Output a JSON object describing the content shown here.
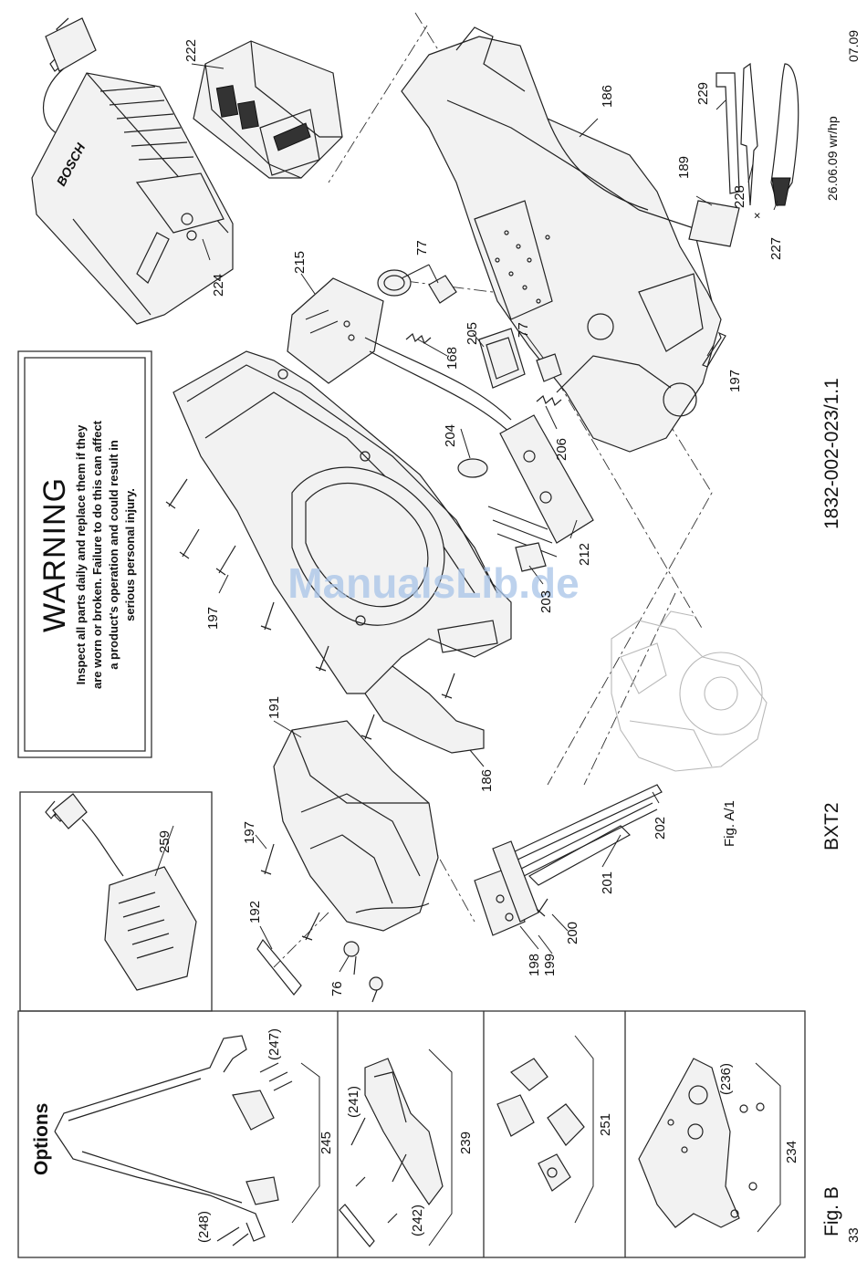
{
  "warning": {
    "title": "WARNING",
    "lines": [
      "Inspect all parts daily and replace them if they",
      "are worn or broken. Failure to do this can affect",
      "a product's operation and could result in",
      "serious personal injury."
    ]
  },
  "options": {
    "title": "Options"
  },
  "figure": {
    "label": "Fig. B",
    "page": "33",
    "model": "BXT2",
    "drawing_number": "1832-002-023/1.1",
    "date_author": "26.06.09 wr/hp",
    "revision": "07.09",
    "ref_label": "Fig. A/1",
    "watermark": "ManualsLib.de"
  },
  "brand": {
    "logo": "BOSCH"
  },
  "symbols": {
    "multiply": "×"
  },
  "parts": {
    "p222": "222",
    "p224": "224",
    "p215": "215",
    "p186a": "186",
    "p186b": "186",
    "p189": "189",
    "p229": "229",
    "p228": "228",
    "p227": "227",
    "p77a": "77",
    "p77b": "77",
    "p168": "168",
    "p205": "205",
    "p204": "204",
    "p206": "206",
    "p212": "212",
    "p203": "203",
    "p197a": "197",
    "p197b": "197",
    "p197c": "197",
    "p191": "191",
    "p192": "192",
    "p76": "76",
    "p259": "259",
    "p198": "198",
    "p199": "199",
    "p200": "200",
    "p201": "201",
    "p202": "202",
    "p245": "245",
    "p247": "(247)",
    "p248": "(248)",
    "p239": "239",
    "p241": "(241)",
    "p242": "(242)",
    "p251": "251",
    "p234": "234",
    "p236": "(236)"
  }
}
